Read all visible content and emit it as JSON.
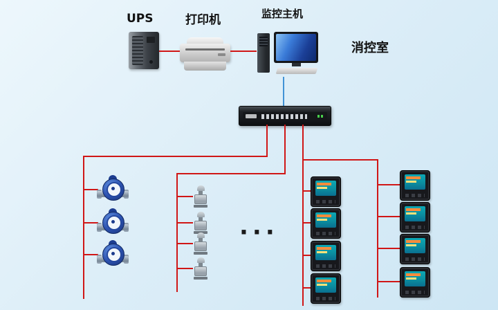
{
  "labels": {
    "ups": "UPS",
    "printer": "打印机",
    "host": "监控主机",
    "room": "消控室",
    "ellipsis": "···"
  },
  "colors": {
    "bg-top": "#edf7fc",
    "bg-bottom": "#cde6f4",
    "line-red": "#d01616",
    "line-blue": "#4193d6",
    "meter-screen": "#0ca8b4",
    "water-blue": "#2b50ae"
  },
  "device_counts": {
    "water_meters": 3,
    "flow_valves": 4,
    "power_meters_column_1": 4,
    "power_meters_column_2": 4
  }
}
